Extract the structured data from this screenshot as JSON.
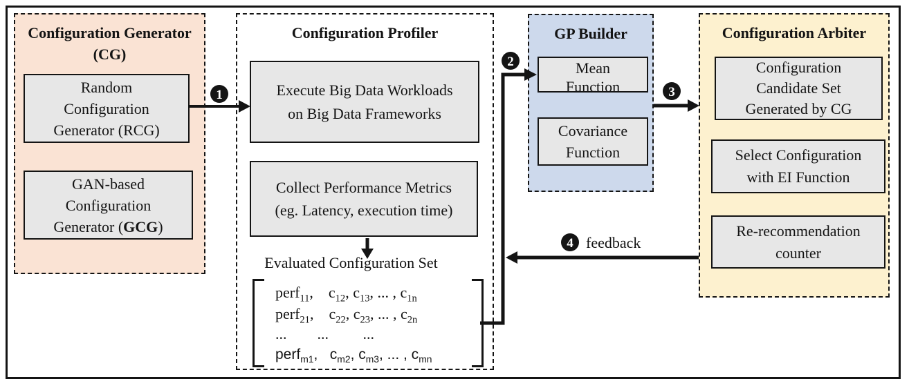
{
  "colors": {
    "cg_bg": "#fae3d4",
    "gp_bg": "#cdd9ec",
    "arbiter_bg": "#fdf1cf",
    "box_bg": "#e7e7e7",
    "line": "#141414"
  },
  "cg": {
    "title_lines": [
      "Configuration Generator",
      "(CG)"
    ],
    "boxes": [
      {
        "lines": [
          "Random",
          "Configuration",
          "Generator (RCG)"
        ]
      },
      {
        "lines": [
          "GAN-based",
          "Configuration",
          "Generator (**GCG**)"
        ]
      }
    ]
  },
  "profiler": {
    "title": "Configuration Profiler",
    "execute_box": {
      "lines": [
        "Execute Big Data Workloads",
        "on Big Data Frameworks"
      ]
    },
    "collect_box": {
      "lines": [
        "Collect Performance Metrics",
        "(eg. Latency, execution time)"
      ]
    },
    "evaluated_label": "Evaluated Configuration Set",
    "matrix_rows": [
      "perf_{11},    c_{12}, c_{13}, ... , c_{1n}",
      "perf_{21},    c_{22}, c_{23}, ... , c_{2n}",
      "...        ...         ...",
      "perf_{m1},   c_{m2}, c_{m3}, ... , c_{mn}"
    ]
  },
  "gp": {
    "title": "GP Builder",
    "boxes": [
      {
        "lines": [
          "Mean",
          "Function"
        ]
      },
      {
        "lines": [
          "Covariance",
          "Function"
        ]
      }
    ]
  },
  "arbiter": {
    "title": "Configuration Arbiter",
    "boxes": [
      {
        "lines": [
          "Configuration",
          "Candidate Set",
          "Generated by CG"
        ]
      },
      {
        "lines": [
          "Select Configuration",
          "with EI Function"
        ]
      },
      {
        "lines": [
          "Re-recommendation",
          "counter"
        ]
      }
    ]
  },
  "steps": {
    "s1": "1",
    "s2": "2",
    "s3": "3",
    "s4": "4",
    "feedback_label": "feedback"
  }
}
